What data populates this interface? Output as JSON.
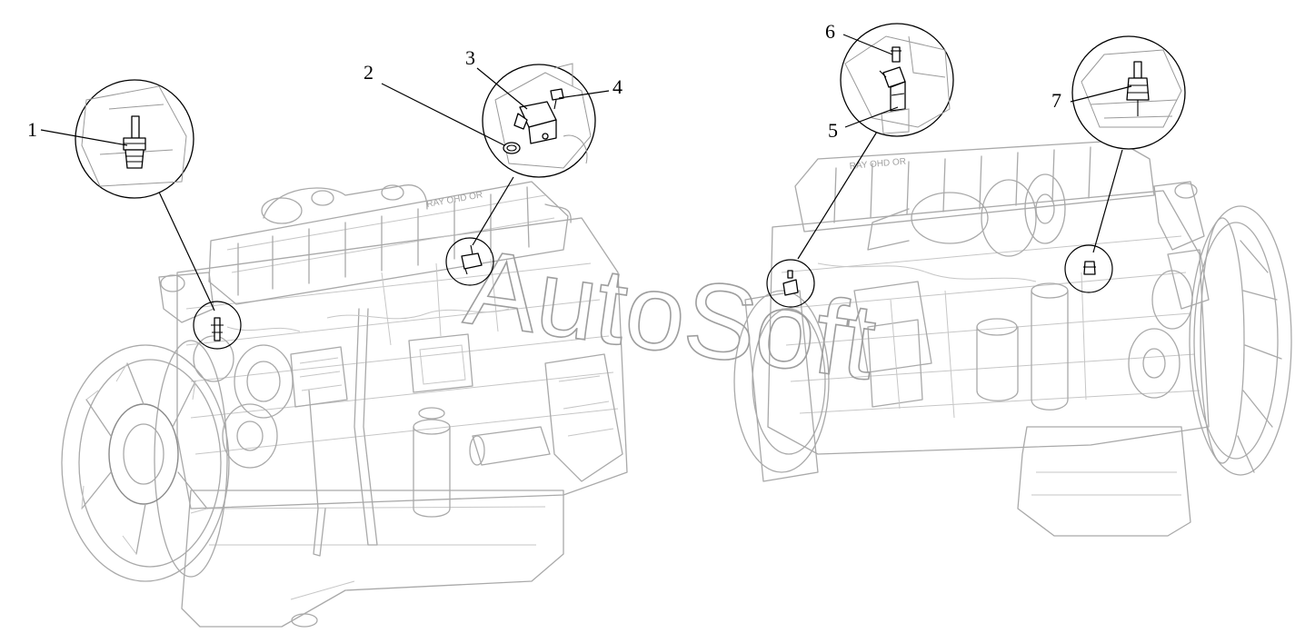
{
  "labels": [
    {
      "id": "1",
      "text": "1"
    },
    {
      "id": "2",
      "text": "2"
    },
    {
      "id": "3",
      "text": "3"
    },
    {
      "id": "4",
      "text": "4"
    },
    {
      "id": "5",
      "text": "5"
    },
    {
      "id": "6",
      "text": "6"
    },
    {
      "id": "7",
      "text": "7"
    }
  ],
  "watermark": "AutoSoft",
  "engine_plate_text": "RAY OHD OR",
  "colors": {
    "line_art": "#a9a9a9",
    "callout": "#000000",
    "watermark": "#9e9e9e",
    "background": "#ffffff"
  }
}
